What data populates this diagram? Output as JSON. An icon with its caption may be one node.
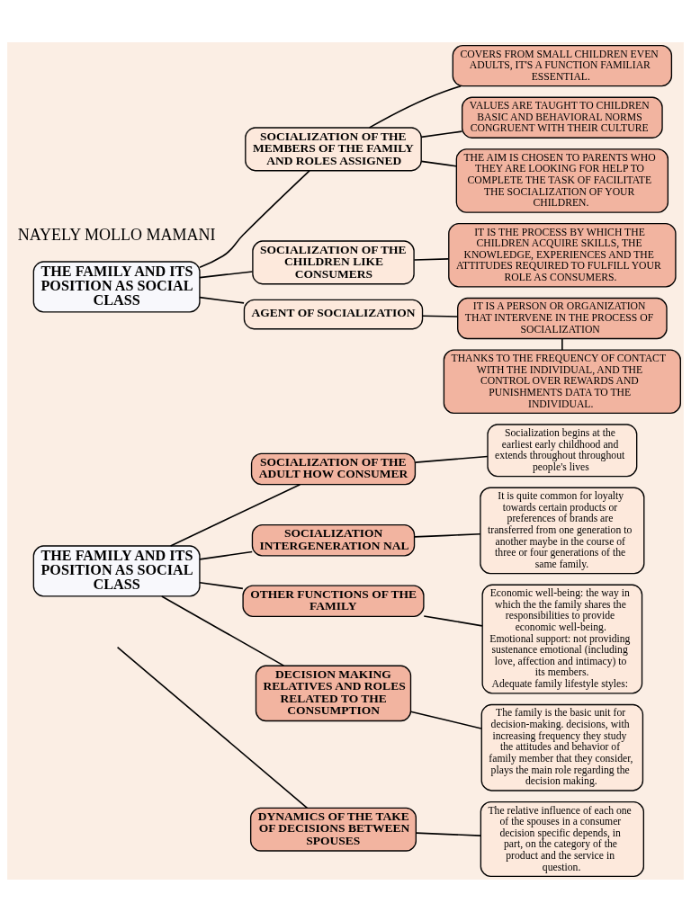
{
  "diagram": {
    "nodes": [
      {
        "text": [
          "THE FAMILY AND ITS POSITION AS SOCIAL CLASS"
        ]
      },
      {
        "text": [
          "SOCIALIZATION OF THE MEMBERS OF THE FAMILY AND ROLES ASSIGNED"
        ]
      },
      {
        "text": [
          "COVERS FROM SMALL CHILDREN EVEN ADULTS, IT'S A FUNCTION FAMILIAR ESSENTIAL."
        ]
      },
      {
        "text": [
          "VALUES ARE TAUGHT TO CHILDREN BASIC AND BEHAVIORAL NORMS CONGRUENT WITH THEIR CULTURE"
        ]
      },
      {
        "text": [
          "THE AIM IS CHOSEN TO PARENTS WHO THEY ARE LOOKING FOR HELP TO COMPLETE THE TASK OF FACILITATE THE SOCIALIZATION OF YOUR CHILDREN."
        ]
      },
      {
        "text": [
          "SOCIALIZATION OF THE CHILDREN LIKE CONSUMERS"
        ]
      },
      {
        "text": [
          "IT IS THE PROCESS BY WHICH THE CHILDREN ACQUIRE SKILLS, THE KNOWLEDGE, EXPERIENCES AND THE ATTITUDES REQUIRED TO FULFILL YOUR ROLE AS CONSUMERS."
        ]
      },
      {
        "text": [
          "AGENT OF SOCIALIZATION"
        ]
      },
      {
        "text": [
          "IT IS A PERSON OR ORGANIZATION THAT INTERVENE IN THE PROCESS OF SOCIALIZATION"
        ]
      },
      {
        "text": [
          "THANKS TO THE FREQUENCY OF CONTACT WITH THE INDIVIDUAL, AND THE CONTROL OVER REWARDS AND PUNISHMENTS DATA TO THE INDIVIDUAL."
        ]
      },
      {
        "text": [
          "THE FAMILY AND ITS POSITION AS SOCIAL CLASS"
        ]
      },
      {
        "text": [
          "SOCIALIZATION OF THE ADULT HOW CONSUMER"
        ]
      },
      {
        "text": [
          "Socialization begins at the earliest early childhood and extends throughout throughout people's lives"
        ]
      },
      {
        "text": [
          "SOCIALIZATION INTERGENERATION NAL"
        ]
      },
      {
        "text": [
          "It is quite common for loyalty towards certain products or preferences of brands are transferred from one generation to another maybe in the course of three or four generations of the same family."
        ]
      },
      {
        "text": [
          "OTHER FUNCTIONS OF THE FAMILY"
        ]
      },
      {
        "text": [
          "Economic well-being: the way in which the the family shares the responsibilities to provide economic well-being.",
          "Emotional support: not providing sustenance emotional (including love, affection and intimacy) to its members.",
          "Adequate family lifestyle styles:"
        ]
      },
      {
        "text": [
          "DECISION MAKING RELATIVES AND ROLES RELATED TO THE CONSUMPTION"
        ]
      },
      {
        "text": [
          "The family is the basic unit for decision-making. decisions, with increasing frequency they study the attitudes and behavior of family member that they consider, plays the main role regarding the decision making."
        ]
      },
      {
        "text": [
          "DYNAMICS OF THE TAKE OF DECISIONS BETWEEN SPOUSES"
        ]
      },
      {
        "text": [
          "The relative influence of each one of the spouses in a consumer decision specific depends, in part, on the category of the product and the service in question."
        ]
      }
    ],
    "edges": [
      {
        "from": 0,
        "to": 1,
        "arrow": "none"
      },
      {
        "from": 0,
        "to": 5,
        "arrow": "none"
      },
      {
        "from": 0,
        "to": 7,
        "arrow": "none"
      },
      {
        "from": 1,
        "to": 2,
        "arrow": "none"
      },
      {
        "from": 1,
        "to": 3,
        "arrow": "none"
      },
      {
        "from": 1,
        "to": 4,
        "arrow": "none"
      },
      {
        "from": 5,
        "to": 6,
        "arrow": "none"
      },
      {
        "from": 7,
        "to": 8,
        "arrow": "none"
      },
      {
        "from": 8,
        "to": 9,
        "arrow": "none"
      },
      {
        "from": 10,
        "to": 11,
        "arrow": "none"
      },
      {
        "from": 10,
        "to": 13,
        "arrow": "none"
      },
      {
        "from": 10,
        "to": 15,
        "arrow": "none"
      },
      {
        "from": 10,
        "to": 17,
        "arrow": "none"
      },
      {
        "from": 11,
        "to": 12,
        "arrow": "none"
      },
      {
        "from": 13,
        "to": 14,
        "arrow": "none"
      },
      {
        "from": 15,
        "to": 16,
        "arrow": "none"
      },
      {
        "from": 17,
        "to": 18,
        "arrow": "none"
      },
      {
        "from": null,
        "to": 19,
        "arrow": "none"
      },
      {
        "from": 19,
        "to": 20,
        "arrow": "none"
      }
    ],
    "labels": [
      "NAYELY MOLLO MAMANI"
    ]
  }
}
